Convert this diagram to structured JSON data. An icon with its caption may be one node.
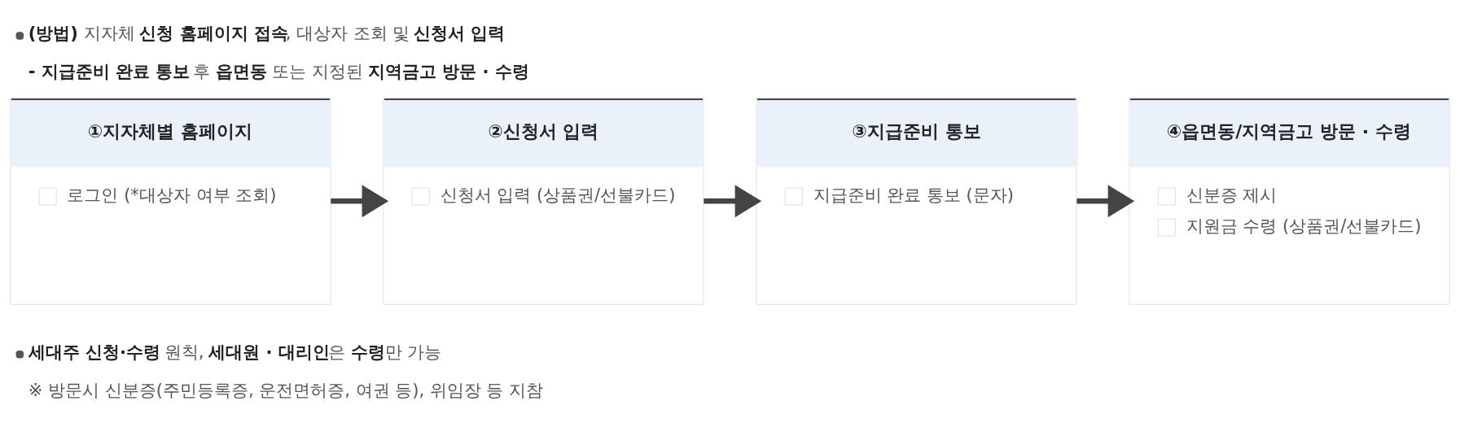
{
  "diagram": {
    "nodes": [
      {
        "text": [
          "①지자체별 홈페이지",
          "로그인 (*대상자 여부 조회)"
        ]
      },
      {
        "text": [
          "②신청서 입력",
          "신청서 입력 (상품권/선불카드)"
        ]
      },
      {
        "text": [
          "③지급준비 통보",
          "지급준비 완료 통보 (문자)"
        ]
      },
      {
        "text": [
          "④읍면동/지역금고 방문 · 수령",
          "신분증 제시",
          "지원금 수령 (상품권/선불카드)"
        ]
      }
    ],
    "edges": [
      {
        "from": 0,
        "to": 1,
        "arrow": "to"
      },
      {
        "from": 1,
        "to": 2,
        "arrow": "to"
      },
      {
        "from": 2,
        "to": 3,
        "arrow": "to"
      }
    ],
    "labels": [
      "**(방법)** 지자체 **신청 홈페이지 접속**, 대상자 조회 및 **신청서 입력**",
      "**- 지급준비 완료 통보** 후 **읍면동** 또는 지정된 **지역금고 방문 · 수령**",
      "**세대주 신청·수령** 원칙, **세대원 · 대리인**은 **수령**만 가능",
      "※ 방문시 신분증(주민등록증, 운전면허증, 여권 등), 위임장 등 지참"
    ]
  }
}
